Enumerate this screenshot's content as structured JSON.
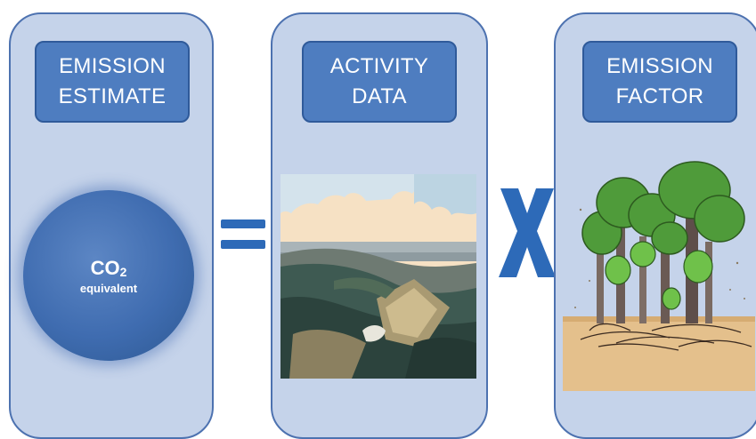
{
  "panels": {
    "emission_estimate": {
      "line1": "EMISSION",
      "line2": "ESTIMATE"
    },
    "activity_data": {
      "line1": "ACTIVITY",
      "line2": "DATA"
    },
    "emission_factor": {
      "line1": "EMISSION",
      "line2": "FACTOR"
    }
  },
  "sphere": {
    "main": "CO",
    "subscript": "2",
    "caption": "equivalent"
  },
  "operators": {
    "times": "X"
  },
  "colors": {
    "panel_fill": "#c5d3ea",
    "panel_border": "#4d72b0",
    "label_fill": "#4e7dc0",
    "operator": "#2d6ab8"
  }
}
